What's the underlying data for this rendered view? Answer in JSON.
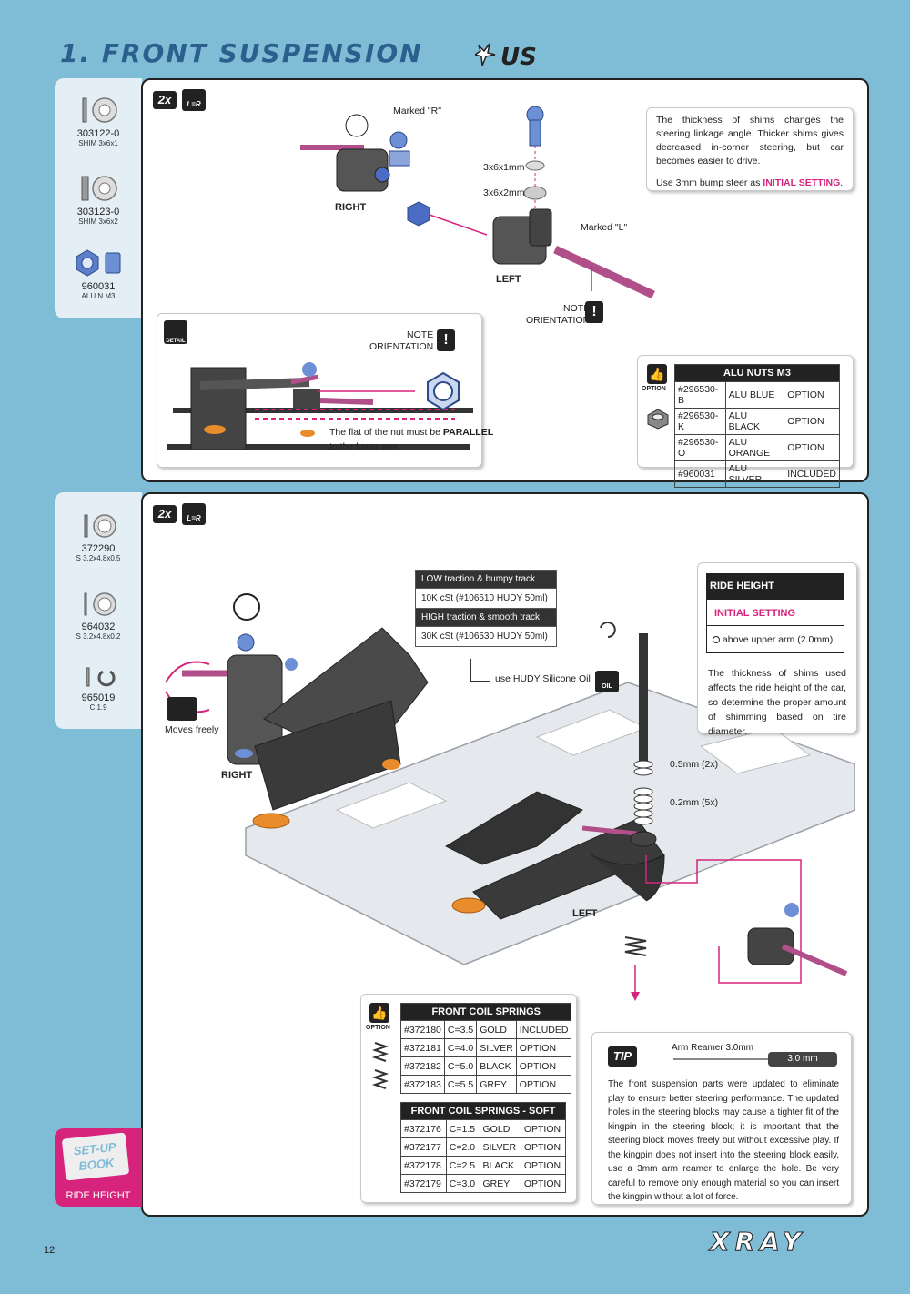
{
  "header": {
    "title": "1. FRONT SUSPENSION",
    "brand": "US"
  },
  "parts_top": [
    {
      "code": "303122-0",
      "desc": "SHIM 3x6x1"
    },
    {
      "code": "303123-0",
      "desc": "SHIM 3x6x2"
    },
    {
      "code": "960031",
      "desc": "ALU N M3"
    }
  ],
  "parts_bottom": [
    {
      "code": "372290",
      "desc": "S 3.2x4.8x0.5"
    },
    {
      "code": "964032",
      "desc": "S 3.2x4.8x0.2"
    },
    {
      "code": "965019",
      "desc": "C 1.9"
    }
  ],
  "step1": {
    "qty": "2x",
    "lr": "L=R",
    "marked_r": "Marked \"R\"",
    "marked_l": "Marked \"L\"",
    "right": "RIGHT",
    "left": "LEFT",
    "shim1": "3x6x1mm",
    "shim2": "3x6x2mm",
    "note_orientation": "NOTE\nORIENTATION",
    "info_text": "The thickness of shims changes the steering linkage angle. Thicker shims gives decreased in-corner steering, but car becomes easier to drive.",
    "info_text2_pre": "Use 3mm bump steer as ",
    "info_text2_hl": "INITIAL SETTING",
    "info_text2_post": ".",
    "detail_label": "DETAIL",
    "detail_note": "NOTE\nORIENTATION",
    "detail_text_pre": "The flat of the nut must be ",
    "detail_text_hl": "PARALLEL",
    "detail_text_post": "to the lower arm.",
    "option_label": "OPTION",
    "nuts_table": {
      "title": "ALU NUTS M3",
      "rows": [
        [
          "#296530-B",
          "ALU BLUE",
          "OPTION"
        ],
        [
          "#296530-K",
          "ALU BLACK",
          "OPTION"
        ],
        [
          "#296530-O",
          "ALU ORANGE",
          "OPTION"
        ],
        [
          "#960031",
          "ALU SILVER",
          "INCLUDED"
        ]
      ]
    }
  },
  "step2": {
    "qty": "2x",
    "lr": "L=R",
    "moves_freely": "Moves freely",
    "right": "RIGHT",
    "left": "LEFT",
    "oil_table": [
      "LOW traction & bumpy track",
      "10K cSt (#106510 HUDY 50ml)",
      "HIGH traction & smooth track",
      "30K cSt (#106530 HUDY 50ml)"
    ],
    "oil_note": "use HUDY Silicone Oil",
    "oil_icon": "OIL",
    "shim_05": "0.5mm (2x)",
    "shim_02": "0.2mm (5x)",
    "ride_height": {
      "title": "RIDE HEIGHT ADJUSTMENT",
      "initial": "INITIAL SETTING",
      "value": "above upper arm (2.0mm)",
      "text": "The thickness of shims used affects the ride height of the car, so determine the proper amount of shimming based on tire diameter."
    },
    "option_label": "OPTION",
    "springs_table": {
      "title": "FRONT COIL SPRINGS",
      "rows": [
        [
          "#372180",
          "C=3.5",
          "GOLD",
          "INCLUDED"
        ],
        [
          "#372181",
          "C=4.0",
          "SILVER",
          "OPTION"
        ],
        [
          "#372182",
          "C=5.0",
          "BLACK",
          "OPTION"
        ],
        [
          "#372183",
          "C=5.5",
          "GREY",
          "OPTION"
        ]
      ]
    },
    "springs_soft_table": {
      "title_pre": "FRONT COIL SPRINGS - ",
      "title_hl": "SOFT",
      "rows": [
        [
          "#372176",
          "C=1.5",
          "GOLD",
          "OPTION"
        ],
        [
          "#372177",
          "C=2.0",
          "SILVER",
          "OPTION"
        ],
        [
          "#372178",
          "C=2.5",
          "BLACK",
          "OPTION"
        ],
        [
          "#372179",
          "C=3.0",
          "GREY",
          "OPTION"
        ]
      ]
    },
    "tip": {
      "label": "TIP",
      "tool": "Arm Reamer 3.0mm",
      "tool_size": "3.0 mm",
      "text": "The front suspension parts were updated to eliminate play to ensure better steering performance. The updated holes in the steering blocks may cause a tighter fit of the kingpin in the steering block; it is important that the steering block moves freely but without excessive play. If the kingpin does not insert into the steering block easily, use a 3mm arm reamer to enlarge the hole. Be very careful to remove only enough material so you can insert the kingpin without a lot of force."
    }
  },
  "setup_book": {
    "label": "SET-UP BOOK",
    "caption": "RIDE HEIGHT"
  },
  "footer": {
    "page": "12",
    "logo": "XRAY"
  },
  "colors": {
    "background": "#7fbcd6",
    "accent": "#d6247c",
    "title": "#2a5f8e",
    "panel_border": "#222222"
  }
}
